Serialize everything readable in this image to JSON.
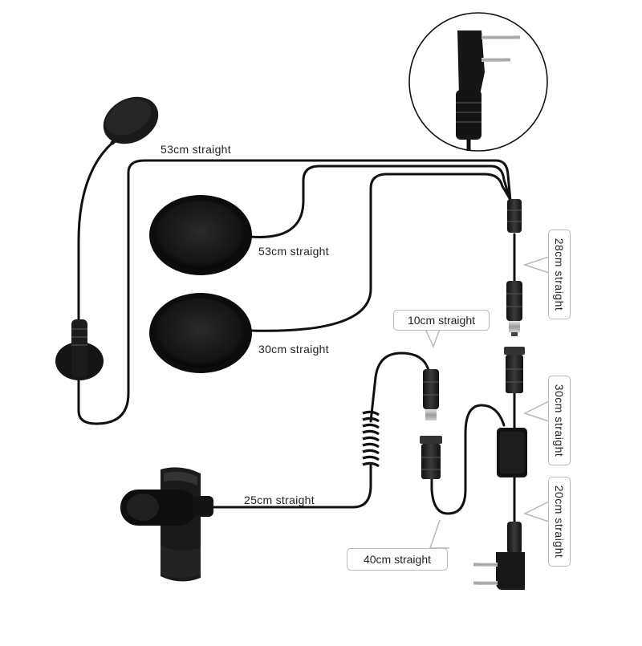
{
  "labels": {
    "mic_boom": "53cm  straight",
    "speaker_top": "53cm  straight",
    "speaker_bottom": "30cm  straight",
    "ptt_cable": "25cm  straight",
    "coil_callout": "10cm  straight",
    "lower_callout": "40cm  straight",
    "right_28": "28cm  straight",
    "right_30": "30cm  straight",
    "right_20": "20cm  straight"
  },
  "colors": {
    "cable": "#111111",
    "callout_border": "#b9b9b9",
    "text": "#222222"
  }
}
